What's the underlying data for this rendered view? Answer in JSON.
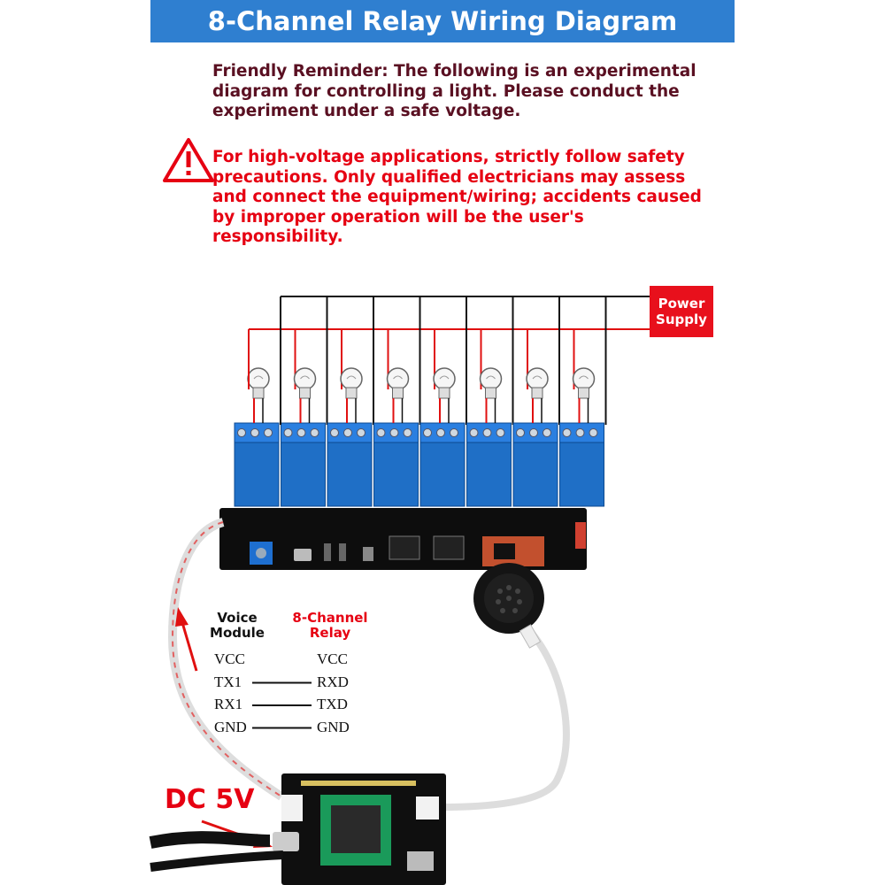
{
  "title": "8-Channel Relay Wiring Diagram",
  "reminder": "Friendly Reminder: The following is an experimental diagram for controlling a light. Please conduct the experiment under a safe voltage.",
  "warning": "For high-voltage applications, strictly follow safety precautions. Only qualified electricians may assess and connect the equipment/wiring; accidents caused by improper operation will be the user's responsibility.",
  "power_supply": {
    "line1": "Power",
    "line2": "Supply"
  },
  "voice_module": {
    "line1": "Voice",
    "line2": "Module"
  },
  "relay_board": {
    "line1": "8-Channel",
    "line2": "Relay"
  },
  "pinout": [
    {
      "left": "VCC",
      "right": "VCC",
      "connected": false
    },
    {
      "left": "TX1",
      "right": "RXD",
      "connected": true
    },
    {
      "left": "RX1",
      "right": "TXD",
      "connected": true
    },
    {
      "left": "GND",
      "right": "GND",
      "connected": true
    }
  ],
  "dc_label": "DC 5V",
  "colors": {
    "banner": "#2f7fd0",
    "reminder": "#5a1022",
    "warning": "#e60012",
    "power_box": "#e8101c",
    "relay_blue": "#1f6fc6",
    "wire_red": "#e01010"
  },
  "relay_channels": 8
}
